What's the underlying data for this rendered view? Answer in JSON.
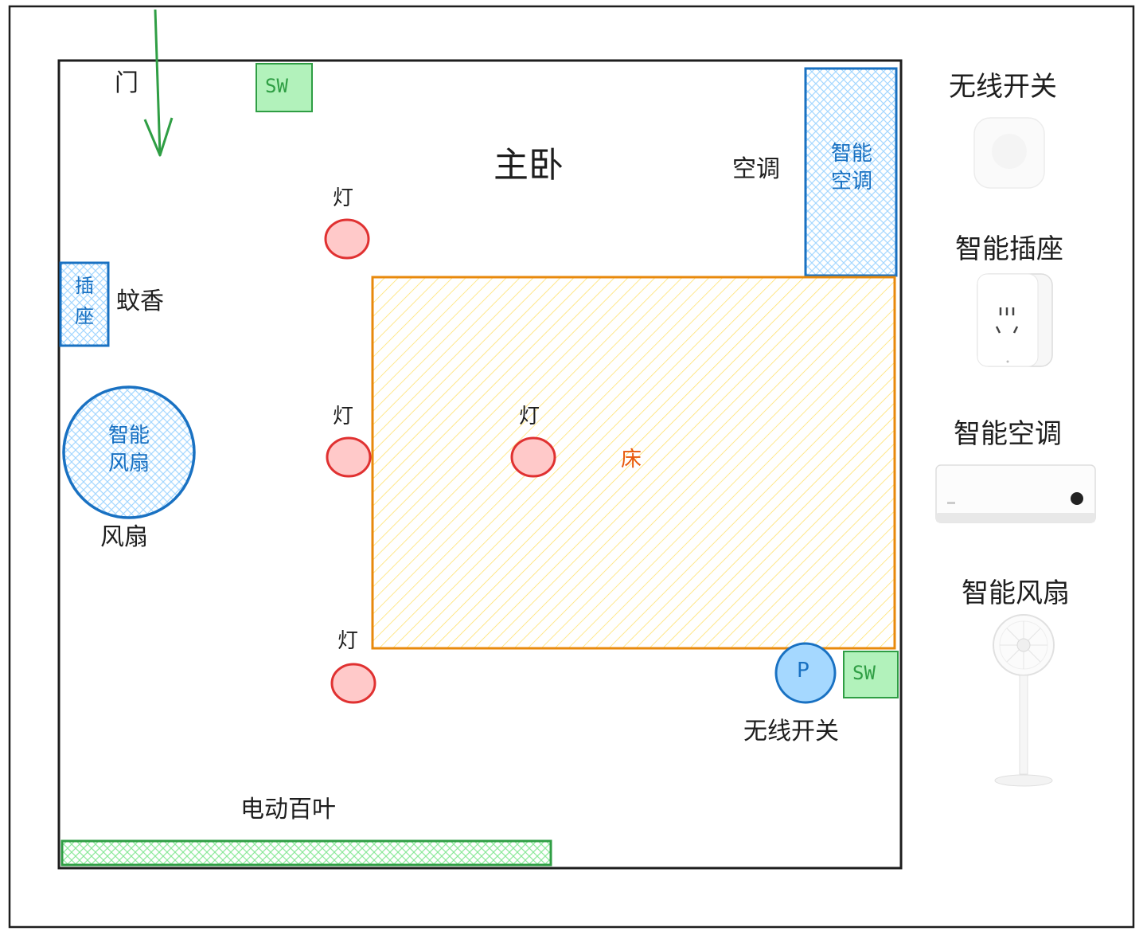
{
  "room": {
    "title": "主卧",
    "door_label": "门",
    "bed_label": "床",
    "lamp_label": "灯",
    "switch_label": "SW",
    "socket_label": "插座",
    "mosquito_label": "蚊香",
    "smart_fan_label": "智能风扇",
    "fan_label": "风扇",
    "smart_ac_label": "智能空调",
    "ac_label": "空调",
    "wireless_button_letter": "P",
    "wireless_switch_label": "无线开关",
    "blinds_label": "电动百叶"
  },
  "legend": {
    "items": [
      {
        "label": "无线开关",
        "icon": "wireless-switch-icon"
      },
      {
        "label": "智能插座",
        "icon": "smart-socket-icon"
      },
      {
        "label": "智能空调",
        "icon": "air-conditioner-icon"
      },
      {
        "label": "智能风扇",
        "icon": "standing-fan-icon"
      }
    ]
  },
  "colors": {
    "stroke": "#1e1e1e",
    "door": "#2f9e44",
    "switch_fill": "#b2f2bb",
    "switch_stroke": "#2f9e44",
    "blue_stroke": "#1971c2",
    "blue_hatch": "#a5d8ff",
    "bed_stroke": "#e8890c",
    "bed_hatch": "#ffec99",
    "lamp_fill": "#ffc9c9",
    "lamp_stroke": "#e03131",
    "blinds_stroke": "#2f9e44",
    "blinds_hatch": "#b2f2bb"
  }
}
